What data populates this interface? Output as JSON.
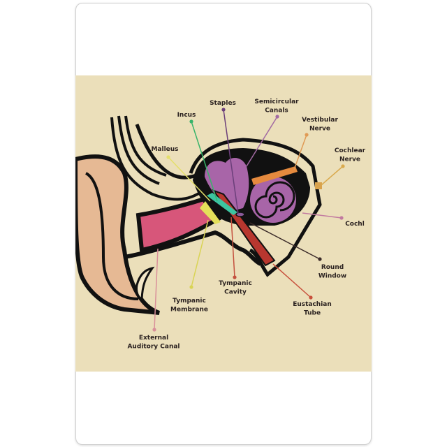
{
  "colors": {
    "parchment": "#ebdfba",
    "outer_ear": "#e6b994",
    "ear_canal": "#d7567a",
    "inner_ear": "#a865a8",
    "outline": "#111111",
    "vestibular_nerve": "#e58a3e",
    "cochlear_nerve": "#d9a24c",
    "eustachian_tube": "#b8372f",
    "malleus": "#e4e05a",
    "incus": "#3cc4a0"
  },
  "labels": [
    {
      "id": "staples",
      "lines": [
        "Staples"
      ],
      "color": "#6b3f7a"
    },
    {
      "id": "semicircular-canals",
      "lines": [
        "Semicircular",
        "Canals"
      ],
      "color": "#a26aa3"
    },
    {
      "id": "incus",
      "lines": [
        "Incus"
      ],
      "color": "#38b46a"
    },
    {
      "id": "vestibular-nerve",
      "lines": [
        "Vestibular",
        "Nerve"
      ],
      "color": "#e09a55"
    },
    {
      "id": "cochlear-nerve",
      "lines": [
        "Cochlear",
        "Nerve"
      ],
      "color": "#d9a94c"
    },
    {
      "id": "malleus",
      "lines": [
        "Malleus"
      ],
      "color": "#e4df6a"
    },
    {
      "id": "cochlea",
      "lines": [
        "Cochl"
      ],
      "color": "#c27aa0"
    },
    {
      "id": "round-window",
      "lines": [
        "Round",
        "Window"
      ],
      "color": "#3a2a28"
    },
    {
      "id": "tympanic-cavity",
      "lines": [
        "Tympanic",
        "Cavity"
      ],
      "color": "#c4503e"
    },
    {
      "id": "eustachian-tube",
      "lines": [
        "Eustachian",
        "Tube"
      ],
      "color": "#c8503c"
    },
    {
      "id": "tympanic-membrane",
      "lines": [
        "Tympanic",
        "Membrane"
      ],
      "color": "#d9d455"
    },
    {
      "id": "external-auditory-canal",
      "lines": [
        "External",
        "Auditory Canal"
      ],
      "color": "#d9909a"
    }
  ]
}
